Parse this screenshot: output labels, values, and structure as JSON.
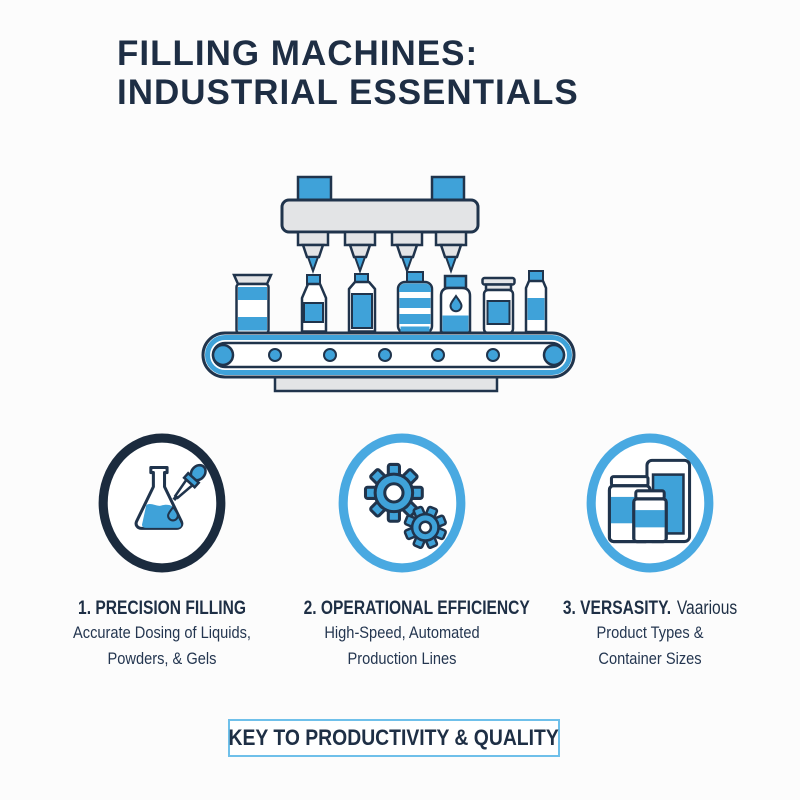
{
  "title": {
    "line1": "FILLING MACHINES:",
    "line2": "INDUSTRIAL ESSENTIALS",
    "color": "#1e2e44"
  },
  "illustration": {
    "name": "filling-machine-conveyor-belt",
    "icons": [
      "filling-nozzle-icon",
      "jar-icon",
      "bottle-icon",
      "ribbed-bottle-icon",
      "droplet-bottle-icon",
      "conveyor-belt-icon"
    ]
  },
  "features": [
    {
      "heading": "1. PRECISION FILLING",
      "line1": "Accurate Dosing of Liquids,",
      "line2": "Powders, & Gels",
      "icon": "flask-dropper-icon",
      "ring_color": "#1b2b3e"
    },
    {
      "heading": "2. OPERATIONAL EFFICIENCY",
      "line1": "High-Speed, Automated",
      "line2": "Production Lines",
      "icon": "gears-icon",
      "ring_color": "#49a9e1"
    },
    {
      "heading": "3. VERSASITY.",
      "heading_note": "Vaarious",
      "line1": "Product Types &",
      "line2": "Container Sizes",
      "icon": "containers-icon",
      "ring_color": "#49a9e1"
    }
  ],
  "banner": {
    "label": "KEY TO PRODUCTIVITY & QUALITY",
    "border_color": "#6fc0ea"
  },
  "colors": {
    "accent_blue": "#3fa2d9",
    "navy_text": "#1e2f45",
    "outline_navy": "#20344c",
    "machine_gray": "#e3e4e6",
    "background": "#fcfcfc"
  }
}
